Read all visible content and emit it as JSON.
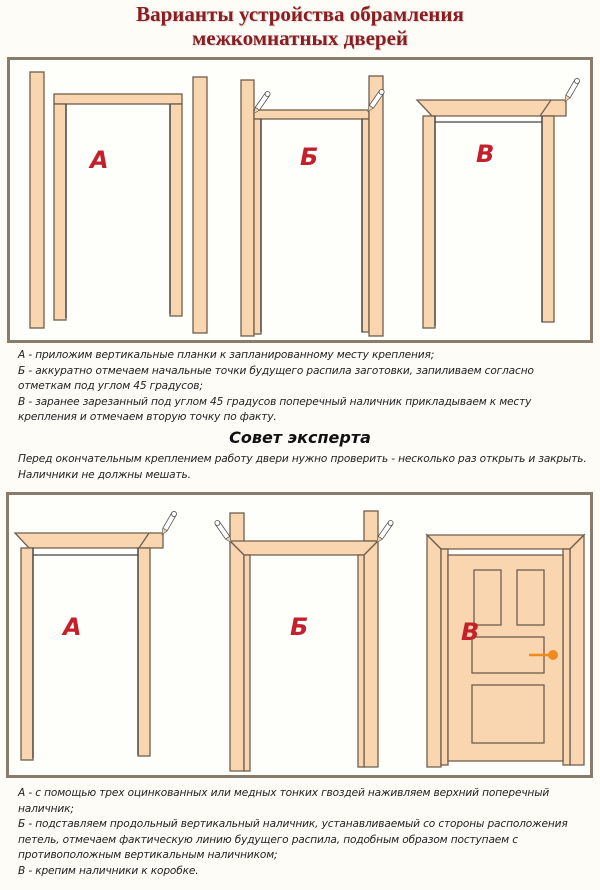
{
  "title": {
    "line1": "Варианты устройства обрамления",
    "line2": "межкомнатных дверей"
  },
  "colors": {
    "title": "#8b1c22",
    "label": "#c3202c",
    "wood": "#f9d6b0",
    "outline": "#6f5e4e",
    "panel_border": "#8a7c6c",
    "handle": "#f08a1e"
  },
  "top_panel": {
    "figures": [
      {
        "label": "А",
        "description": "vertical planks placed beside frame"
      },
      {
        "label": "Б",
        "description": "top casing marked with pencils"
      },
      {
        "label": "В",
        "description": "pre-cut 45° top casing applied"
      }
    ]
  },
  "top_steps": [
    "А - приложим вертикальные планки к запланированному месту крепления;",
    "Б - аккуратно отмечаем начальные точки будущего распила заготовки, запиливаем согласно отметкам под углом 45 градусов;",
    "В - заранее зарезанный под углом 45 градусов поперечный наличник прикладываем к месту крепления и отмечаем вторую точку по факту."
  ],
  "advice": {
    "title": "Совет эксперта",
    "text": "Перед окончательным креплением работу двери нужно проверить - несколько раз открыть и закрыть. Наличники не должны мешать."
  },
  "bottom_panel": {
    "figures": [
      {
        "label": "А"
      },
      {
        "label": "Б"
      },
      {
        "label": "В"
      }
    ]
  },
  "bottom_steps": [
    "А - с помощью трех оцинкованных или медных тонких гвоздей наживляем верхний поперечный наличник;",
    "Б - подставляем продольный вертикальный наличник, устанавливаемый со стороны расположения петель, отмечаем фактическую линию будущего распила, подобным образом поступаем с противоположным вертикальным наличником;",
    "В - крепим наличники к коробке."
  ]
}
